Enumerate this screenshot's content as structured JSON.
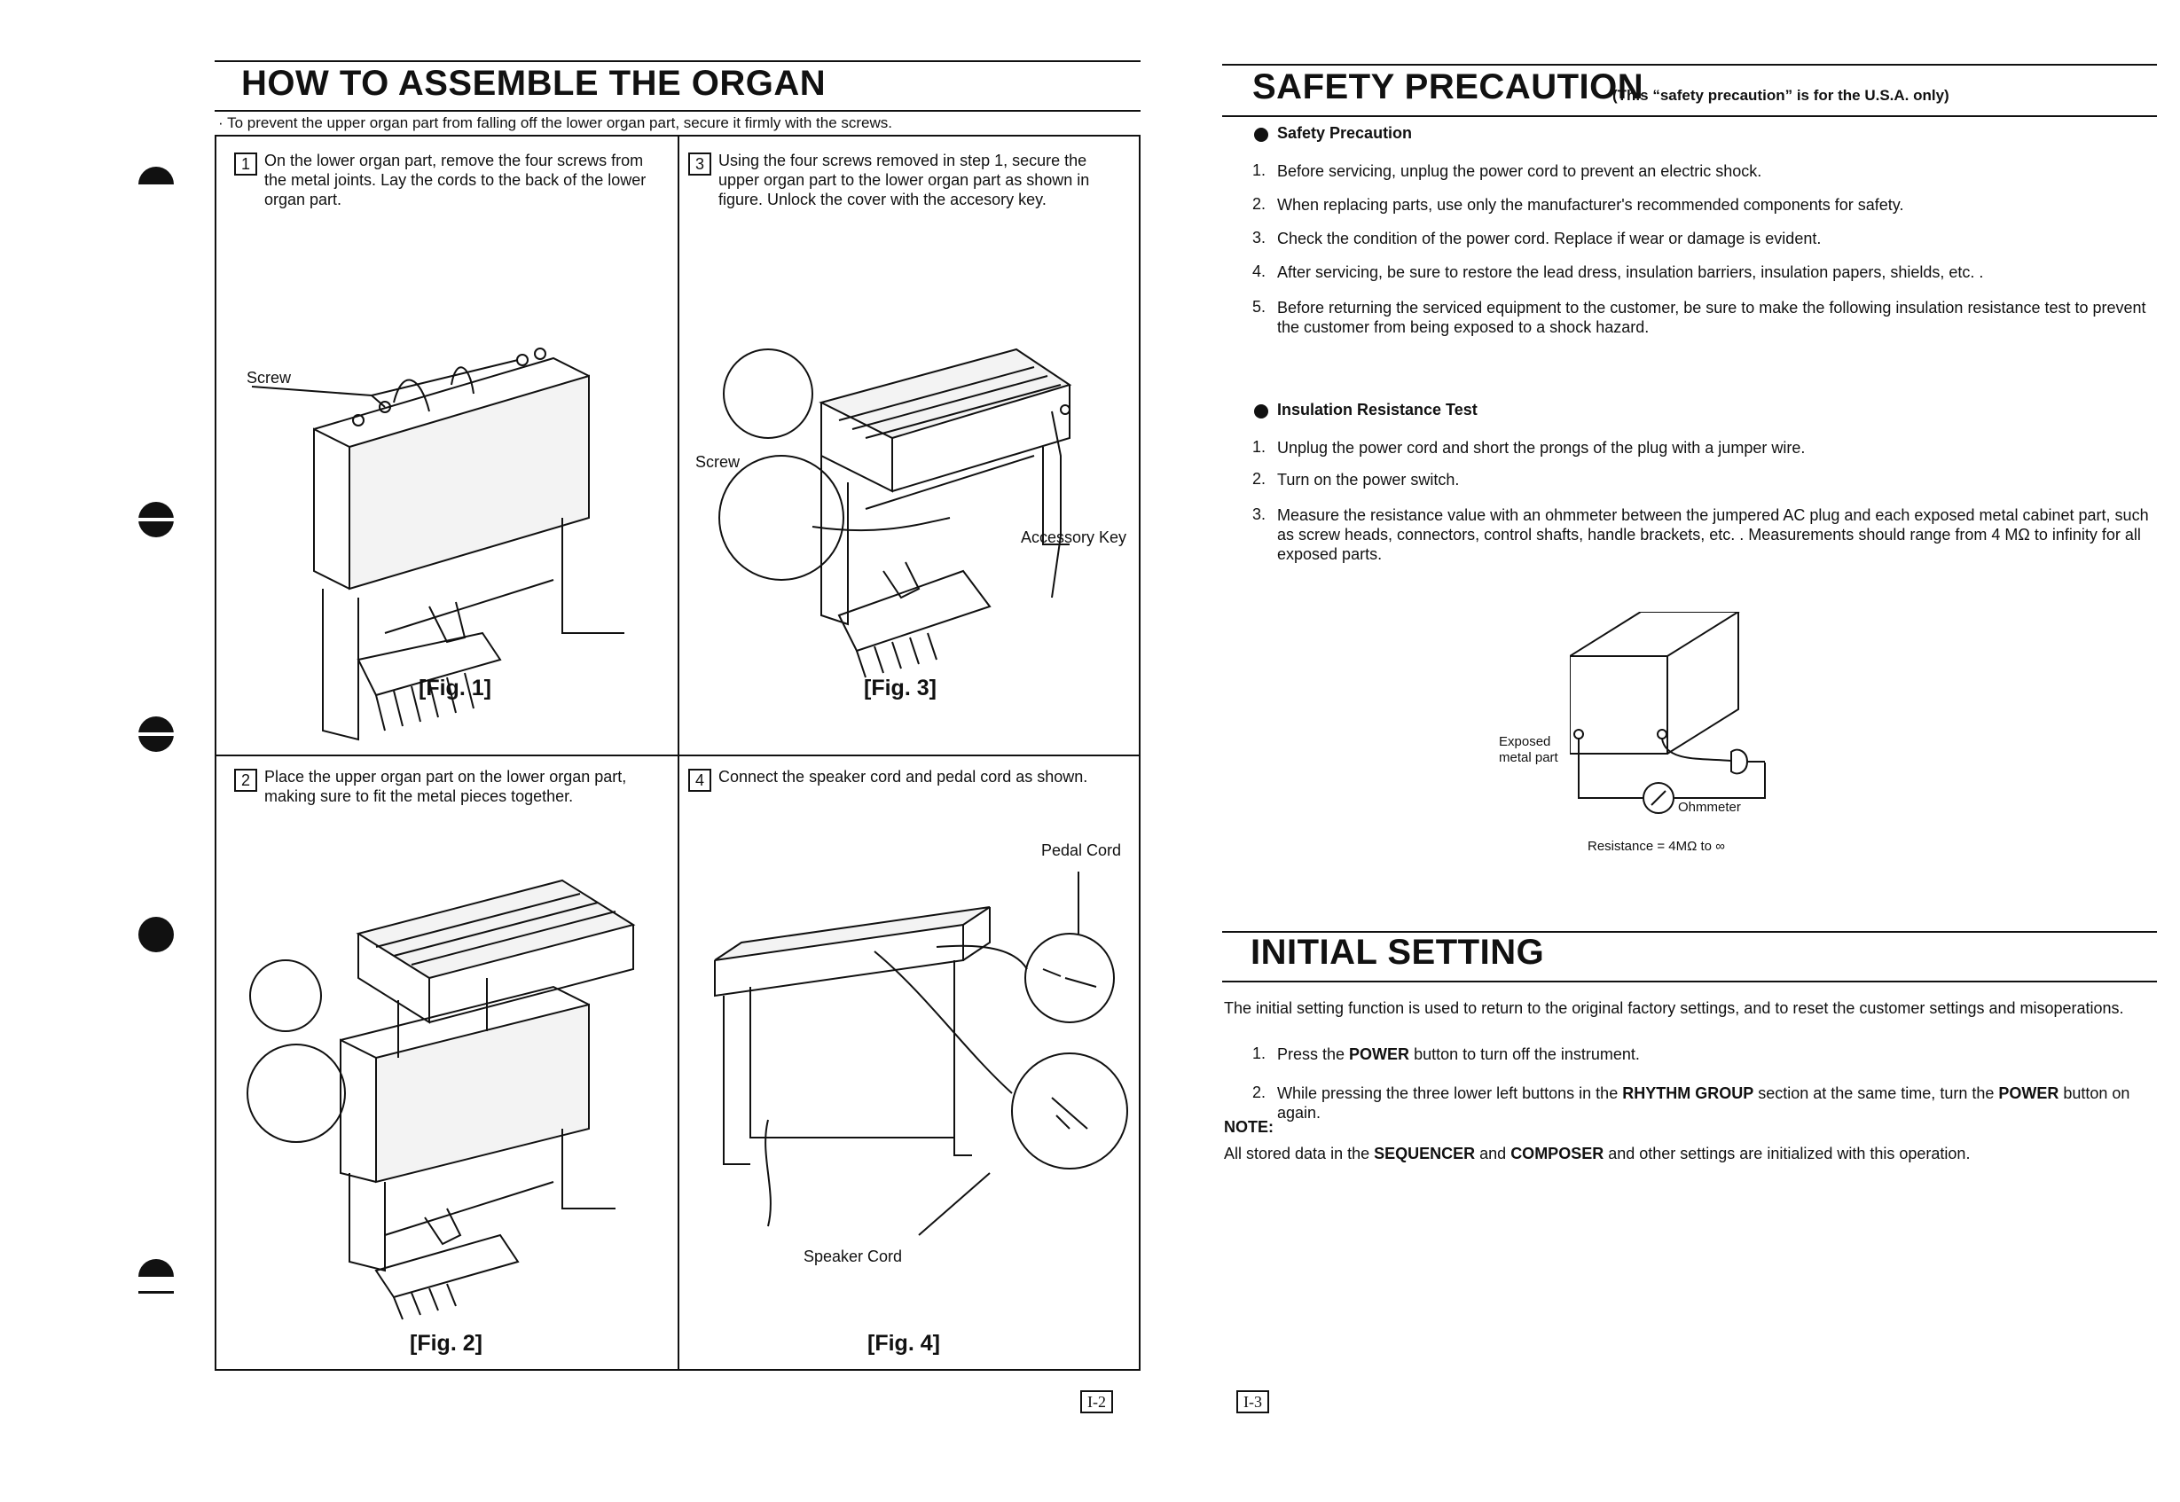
{
  "left": {
    "title": "HOW TO ASSEMBLE THE ORGAN",
    "subtitle": "· To prevent the upper organ part from falling off the lower organ part, secure it firmly with the screws.",
    "steps": [
      {
        "num": "1",
        "text": "On the lower organ part, remove the four screws from the metal joints. Lay the cords to the back of the lower organ part."
      },
      {
        "num": "3",
        "text": "Using the four screws removed in step 1, secure the upper organ part to the lower organ part as shown in figure. Unlock the cover with the accesory key."
      },
      {
        "num": "2",
        "text": "Place the upper organ part on the lower organ part, making sure to fit the metal pieces together."
      },
      {
        "num": "4",
        "text": "Connect the speaker cord and pedal cord as shown."
      }
    ],
    "figs": [
      "[Fig. 1]",
      "[Fig. 3]",
      "[Fig. 2]",
      "[Fig. 4]"
    ],
    "labels": {
      "screw1": "Screw",
      "screw3": "Screw",
      "accessory_key": "Accessory Key",
      "pedal_cord": "Pedal Cord",
      "speaker_cord": "Speaker Cord"
    },
    "page_no": "I-2"
  },
  "right": {
    "safety_title": "SAFETY PRECAUTION",
    "safety_note": "(This “safety precaution” is for the U.S.A. only)",
    "safety_heading": "Safety Precaution",
    "safety_items": [
      {
        "n": "1.",
        "t": "Before servicing, unplug the power cord to prevent an electric shock."
      },
      {
        "n": "2.",
        "t": "When replacing parts, use only the manufacturer's recommended components for safety."
      },
      {
        "n": "3.",
        "t": "Check the condition of the power cord. Replace if wear or damage is evident."
      },
      {
        "n": "4.",
        "t": "After servicing, be sure to restore the lead dress, insulation barriers, insulation papers, shields, etc. ."
      },
      {
        "n": "5.",
        "t": "Before returning the serviced equipment to the customer, be sure to make the following insulation resistance test to prevent the customer from being exposed to a shock hazard."
      }
    ],
    "insulation_heading": "Insulation Resistance Test",
    "insulation_items": [
      {
        "n": "1.",
        "t": "Unplug the power cord and short the prongs of the plug with a jumper wire."
      },
      {
        "n": "2.",
        "t": "Turn on the power switch."
      },
      {
        "n": "3.",
        "t": "Measure the resistance value with an ohmmeter between the jumpered AC plug and each exposed metal cabinet part, such as screw heads, connectors, control shafts, handle brackets, etc. . Measurements should range from 4 MΩ to infinity for all exposed parts."
      }
    ],
    "diagram": {
      "exposed_label": "Exposed metal part",
      "ohmmeter": "Ohmmeter",
      "resistance": "Resistance = 4MΩ to ∞"
    },
    "initial_title": "INITIAL SETTING",
    "initial_intro": "The initial setting function is used to return to the original factory settings, and to reset the customer settings and misoperations.",
    "initial_items": [
      {
        "n": "1.",
        "pre": "Press the ",
        "b1": "POWER",
        "post": " button to turn off the instrument."
      },
      {
        "n": "2.",
        "pre": "While pressing the three lower left buttons in the ",
        "b1": "RHYTHM GROUP",
        "mid": " section at the same time, turn the ",
        "b2": "POWER",
        "post": " button on again."
      }
    ],
    "note_label": "NOTE:",
    "note": {
      "pre": "All stored data in the ",
      "b1": "SEQUENCER",
      "mid": " and ",
      "b2": "COMPOSER",
      "post": " and other settings are initialized with this operation."
    },
    "page_no": "I-3"
  }
}
